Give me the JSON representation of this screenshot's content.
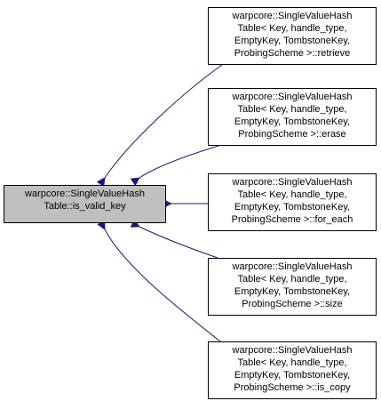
{
  "focus_node": {
    "lines": [
      "warpcore::SingleValueHash",
      "Table::is_valid_key"
    ],
    "fill": "#bfbfbf"
  },
  "caller_nodes": [
    {
      "lines": [
        "warpcore::SingleValueHash",
        "Table< Key, handle_type,",
        "EmptyKey, TombstoneKey,",
        "ProbingScheme >::retrieve"
      ]
    },
    {
      "lines": [
        "warpcore::SingleValueHash",
        "Table< Key, handle_type,",
        "EmptyKey, TombstoneKey,",
        "ProbingScheme >::erase"
      ]
    },
    {
      "lines": [
        "warpcore::SingleValueHash",
        "Table< Key, handle_type,",
        "EmptyKey, TombstoneKey,",
        "ProbingScheme >::for_each"
      ]
    },
    {
      "lines": [
        "warpcore::SingleValueHash",
        "Table< Key, handle_type,",
        "EmptyKey, TombstoneKey,",
        "ProbingScheme >::size"
      ]
    },
    {
      "lines": [
        "warpcore::SingleValueHash",
        "Table< Key, handle_type,",
        "EmptyKey, TombstoneKey,",
        "ProbingScheme >::is_copy"
      ]
    }
  ],
  "edge_color": "#191970",
  "node_border_color": "#000000"
}
